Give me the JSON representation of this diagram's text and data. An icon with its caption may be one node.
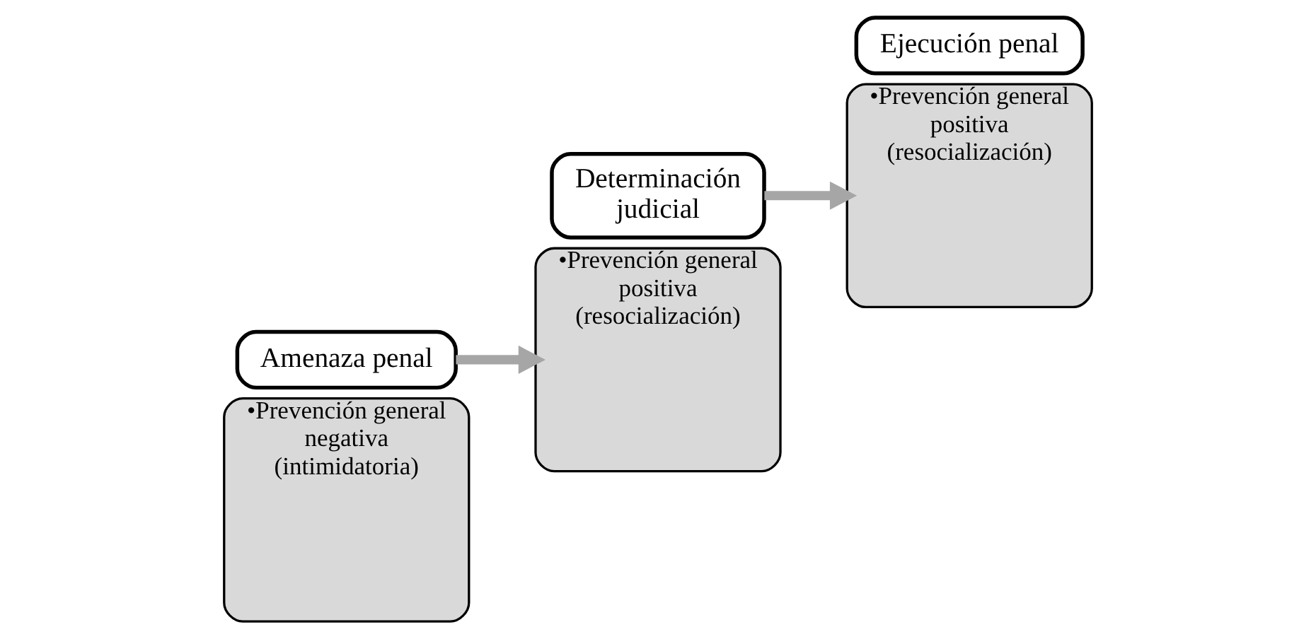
{
  "diagram": {
    "nodes": [
      {
        "text": [
          "•Prevención general negativa (intimidatoria)"
        ]
      },
      {
        "text": [
          "Amenaza penal"
        ]
      },
      {
        "text": [
          "•Prevención general positiva (resocialización)"
        ]
      },
      {
        "text": [
          "Determinación judicial"
        ]
      },
      {
        "text": [
          "•Prevención general positiva (resocialización)"
        ]
      },
      {
        "text": [
          "Ejecución penal"
        ]
      }
    ],
    "edges": [
      {
        "from": 1,
        "to": 2,
        "arrow": "to"
      },
      {
        "from": 3,
        "to": 4,
        "arrow": "to"
      }
    ]
  }
}
